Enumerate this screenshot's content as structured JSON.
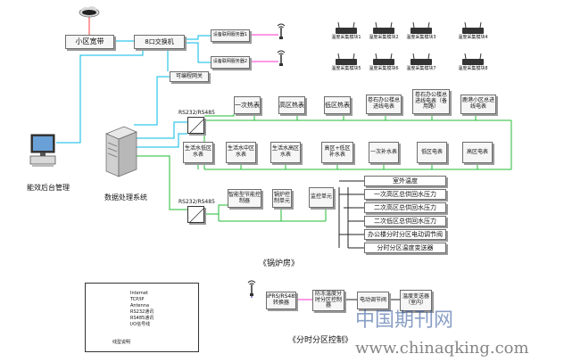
{
  "nodes": {
    "broadband": "小区宽带",
    "switch": "8口交换机",
    "server1": "设备联网服务器1",
    "server2": "设备联网服务器2",
    "router": "可编程网关",
    "rs_top": "RS232/RS485",
    "rs_bottom": "RS232/RS485",
    "pc_label": "能效后台管理",
    "data_system": "数据处理系统",
    "boiler_room": "《锅炉房》",
    "zone_control": "《分时分区控制》"
  },
  "meters_top": [
    "一次热表",
    "高区热表",
    "低区热表",
    "卷石办公楼总进线电表",
    "卷石办公楼总进线电表（备用路）",
    "鹿港小区总进线电表"
  ],
  "meters_row2": [
    "生活水低区水表",
    "生活水中区水表",
    "生活水高区水表",
    "高区+低区补水表",
    "一次补水表",
    "低区电表",
    "高区电表"
  ],
  "boiler": {
    "smart": "智能型节能控制器",
    "pump": "锅炉控制单元",
    "monitor": "监控单元",
    "outputs": [
      "室外温度",
      "一次高区总供回水压力",
      "二次高区总供回水压力",
      "二次低区总供回水压力",
      "办公楼分时分区电动调节阀",
      "分时分区温度变送器"
    ]
  },
  "zone": {
    "gprs": "GPRS/RS485转换器",
    "controller": "防冻温度分时分区控制器",
    "valve": "电动调节阀",
    "sensor": "温度变送器（室内）"
  },
  "modules": [
    "温度采集模块1",
    "温度采集模块2",
    "温度采集模块3",
    "温度采集模块4",
    "温度采集模块5",
    "温度采集模块6",
    "温度采集模块7",
    "温度采集模块8"
  ],
  "legend": {
    "items": [
      {
        "label": "Internet",
        "color": "#ff3b3b"
      },
      {
        "label": "TCP/IP",
        "color": "#00b8e6"
      },
      {
        "label": "Antenna",
        "color": "#2222aa"
      },
      {
        "label": "RS232通讯",
        "color": "#22bb33"
      },
      {
        "label": "RS485通讯",
        "color": "#ff33cc"
      },
      {
        "label": "I/O信号线",
        "color": "#222222"
      }
    ],
    "title": "线型说明"
  },
  "watermark": {
    "cn": "中国期刊网",
    "url": "www.chinaqking.com"
  }
}
